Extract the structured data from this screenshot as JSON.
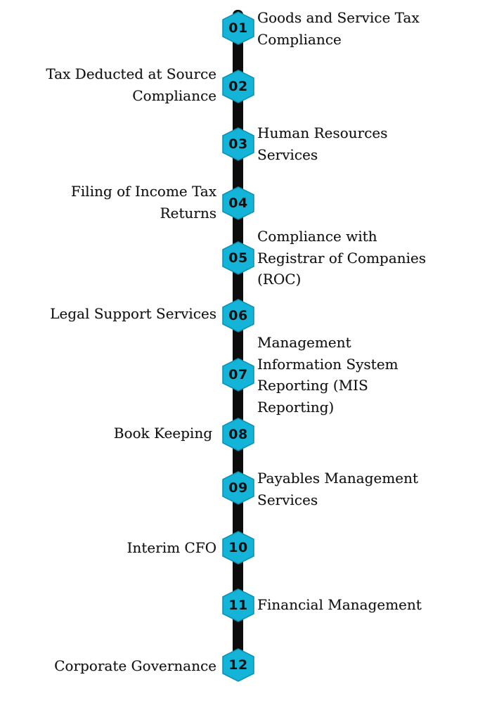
{
  "colors": {
    "node_fill": "#14b4d8",
    "node_stroke": "#0b8fb0",
    "spine": "#0c0c0c",
    "text": "#111111"
  },
  "steps": [
    {
      "number": "01",
      "label": "Goods and Service Tax Compliance"
    },
    {
      "number": "02",
      "label": "Tax Deducted at Source Compliance"
    },
    {
      "number": "03",
      "label": "Human Resources Services"
    },
    {
      "number": "04",
      "label": "Filing of Income Tax Returns"
    },
    {
      "number": "05",
      "label": "Compliance with Registrar of Companies (ROC)"
    },
    {
      "number": "06",
      "label": "Legal Support Services"
    },
    {
      "number": "07",
      "label": "Management Information System Reporting (MIS Reporting)"
    },
    {
      "number": "08",
      "label": "Book Keeping"
    },
    {
      "number": "09",
      "label": "Payables Management Services"
    },
    {
      "number": "10",
      "label": "Interim CFO"
    },
    {
      "number": "11",
      "label": "Financial Management"
    },
    {
      "number": "12",
      "label": "Corporate Governance"
    }
  ]
}
